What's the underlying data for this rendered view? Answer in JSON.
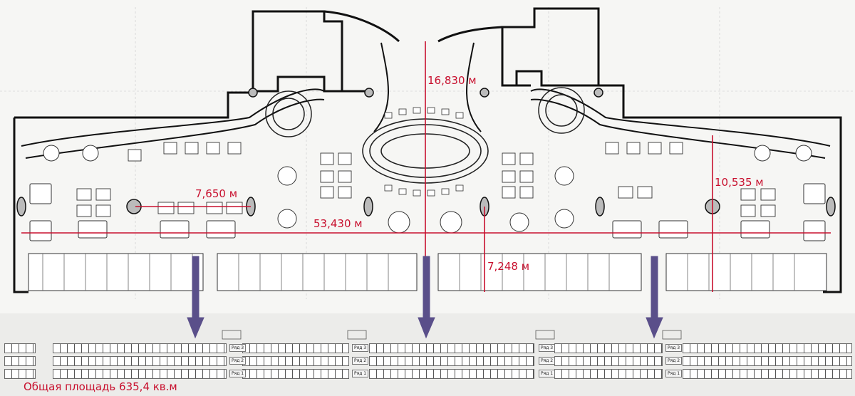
{
  "dimensions": {
    "height_label": "16,830 м",
    "left_bay_label": "7,650 м",
    "total_length_label": "53,430 м",
    "center_bay_label": "7,248 м",
    "right_depth_label": "10,535 м"
  },
  "total_area": "Общая площадь 635,4 кв.м",
  "row_labels": [
    "Ряд 3",
    "Ряд 2",
    "Ряд 1"
  ],
  "colors": {
    "dimension_line": "#c8102e",
    "arrow": "#5a4f8a",
    "wall": "#111111",
    "background": "#ececea"
  }
}
